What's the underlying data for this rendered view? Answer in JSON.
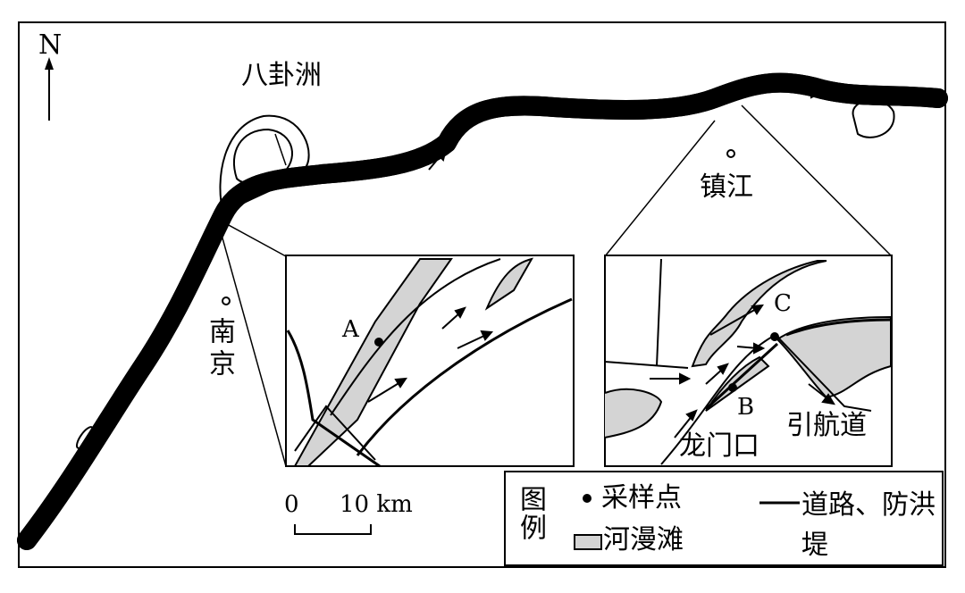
{
  "north_label": "N",
  "places": {
    "bagua_island": "八卦洲",
    "nanjing": "南京",
    "zhenjiang": "镇江",
    "longmenkou": "龙门口",
    "channel": "引航道"
  },
  "sample_points": [
    "A",
    "B",
    "C"
  ],
  "scale": {
    "zero": "0",
    "ten": "10 km"
  },
  "legend": {
    "title": "图例",
    "sample_point": "采样点",
    "floodplain": "河漫滩",
    "road_levee": "道路、防洪堤"
  },
  "colors": {
    "floodplain": "#d4d4d4",
    "line": "#000000"
  }
}
